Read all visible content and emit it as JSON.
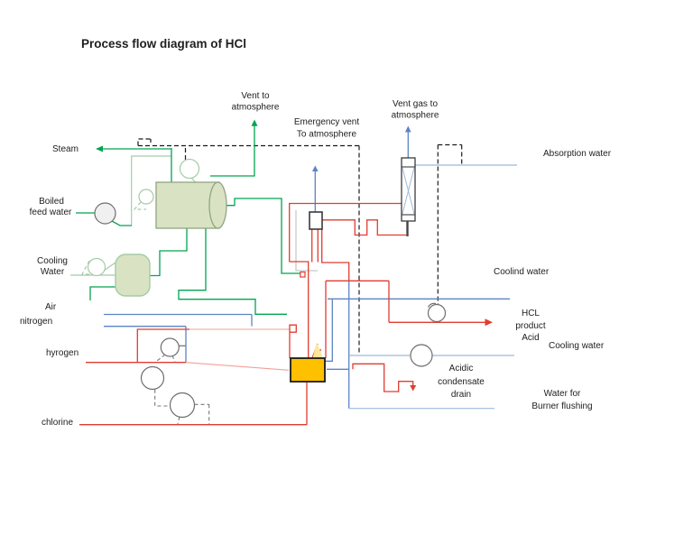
{
  "title": "Process flow diagram of HCl",
  "colors": {
    "green": "#00A551",
    "pale_green": "#A4CBA6",
    "vessel_fill": "#D9E3C4",
    "vessel_stroke": "#90A583",
    "red": "#E03C31",
    "red_faint": "#F2A09A",
    "blue": "#5B84C4",
    "blue_light": "#9DB9DC",
    "orange": "#FFC000",
    "flame_yellow": "#FFE699",
    "dashed_black": "#1a1a1a",
    "gray_line": "#C6C6C6",
    "pump_stroke": "#6E6E6E",
    "text": "#1D1D1D"
  },
  "labels": {
    "vent_to_l1": "Vent to",
    "vent_to_l2": "atmosphere",
    "emergency_l1": "Emergency vent",
    "emergency_l2": "To atmosphere",
    "vent_gas_l1": "Vent gas to",
    "vent_gas_l2": "atmosphere",
    "steam": "Steam",
    "boiled_l1": "Boiled",
    "boiled_l2": "feed water",
    "cooling_l1": "Cooling",
    "cooling_l2": "Water",
    "air": "Air",
    "nitrogen": "nitrogen",
    "hydrogen": "hyrogen",
    "chlorine": "chlorine",
    "absorption_water": "Absorption water",
    "coolind_water": "Coolind water",
    "hcl_l1": "HCL",
    "hcl_l2": "product",
    "hcl_l3": "Acid",
    "cooling_water": "Cooling water",
    "acidic_l1": "Acidic",
    "acidic_l2": "condensate",
    "acidic_l3": "drain",
    "water_l1": "Water for",
    "water_l2": "Burner flushing"
  },
  "equipment": {
    "steam_drum": "steam drum",
    "cooling_vessel": "cooling water vessel",
    "absorber_column": "HCl absorption column",
    "seal_pot": "emergency vent seal pot",
    "burner": "HCl burner",
    "feed_pump": "boiled feed water pump",
    "drum_pump": "steam drum pump",
    "cooling_pump": "cooling water pump",
    "h2_blower": "hydrogen blower",
    "cl2_blowers": "chlorine blowers",
    "acid_pump": "HCL product acid pump",
    "condensate_pump": "acidic condensate pump"
  }
}
